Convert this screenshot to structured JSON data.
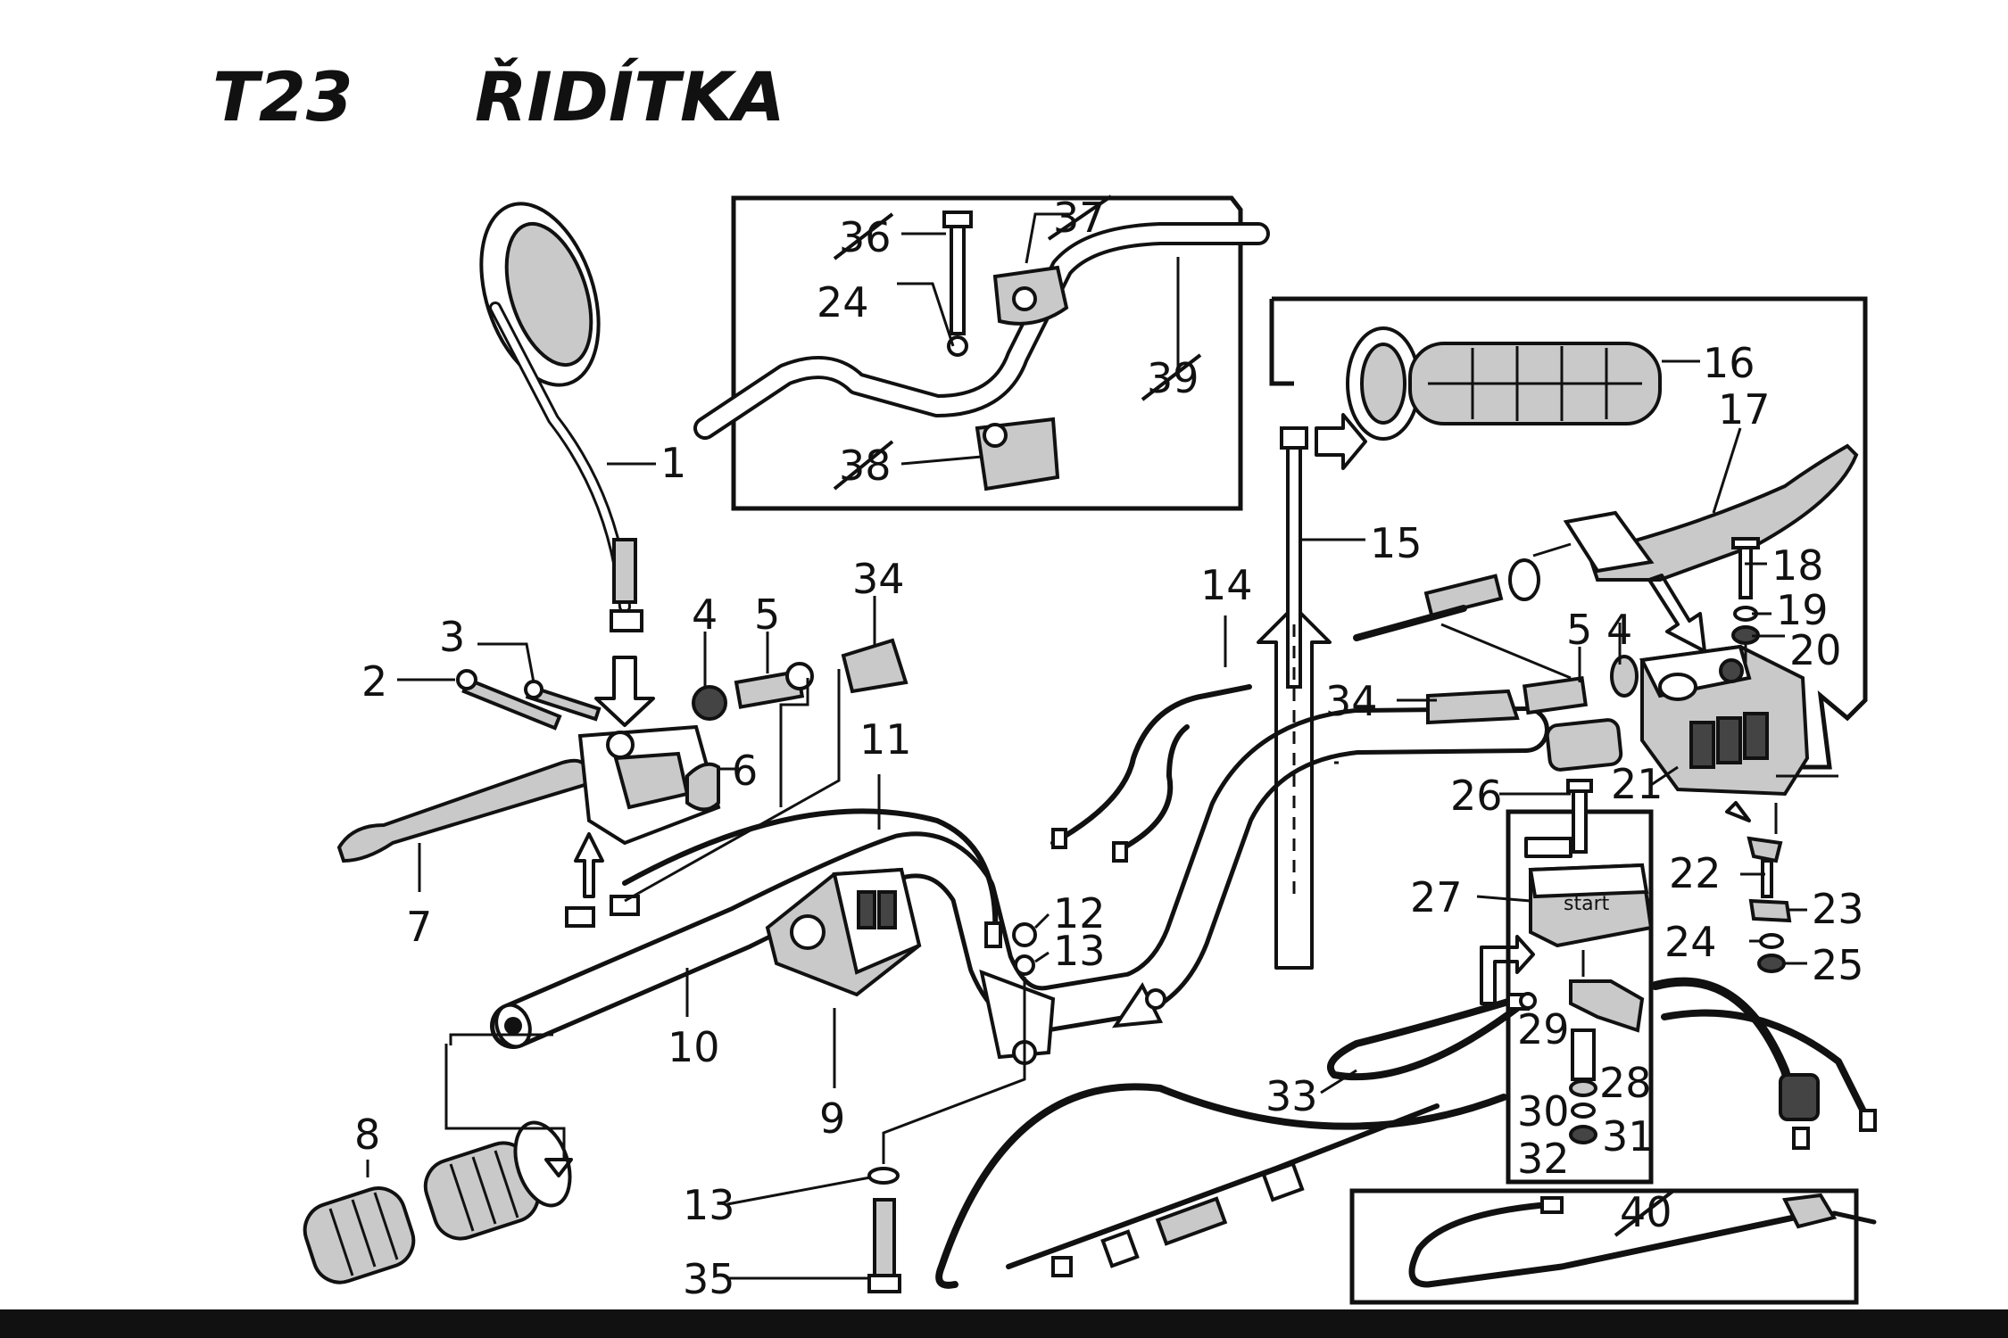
{
  "title": {
    "code": "T23",
    "name": "ŘIDÍTKA"
  },
  "insets": {
    "top": {
      "labels": [
        "36",
        "37",
        "24",
        "39",
        "38"
      ]
    },
    "right": {
      "labels": [
        "16",
        "17"
      ]
    },
    "bottom": {
      "labels": [
        "40"
      ]
    }
  },
  "labels": {
    "p1": "1",
    "p2": "2",
    "p3": "3",
    "p4a": "4",
    "p5a": "5",
    "p6": "6",
    "p7": "7",
    "p8": "8",
    "p9": "9",
    "p10": "10",
    "p11": "11",
    "p12": "12",
    "p13a": "13",
    "p13b": "13",
    "p14": "14",
    "p15": "15",
    "p16": "16",
    "p17": "17",
    "p18": "18",
    "p19": "19",
    "p20": "20",
    "p21": "21",
    "p22": "22",
    "p23": "23",
    "p24a": "24",
    "p24b": "24",
    "p25": "25",
    "p26": "26",
    "p27": "27",
    "p28": "28",
    "p29": "29",
    "p30": "30",
    "p31": "31",
    "p32": "32",
    "p33": "33",
    "p34a": "34",
    "p34b": "34",
    "p35": "35",
    "p4b": "4",
    "p5b": "5",
    "p36": "36",
    "p37": "37",
    "p38": "38",
    "p39": "39",
    "p40": "40"
  },
  "switch_text": "start"
}
